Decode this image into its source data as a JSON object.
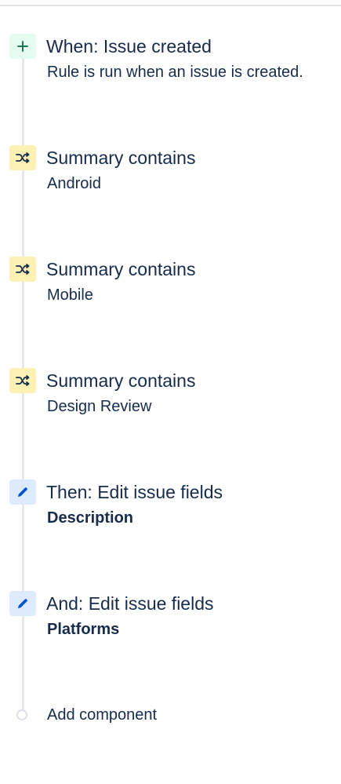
{
  "rule_steps": [
    {
      "kind": "trigger",
      "icon": "plus-icon",
      "title": "When: Issue created",
      "subtitle": "Rule is run when an issue is created.",
      "subtitle_bold": false
    },
    {
      "kind": "condition",
      "icon": "shuffle-icon",
      "title": "Summary contains",
      "subtitle": "Android",
      "subtitle_bold": false
    },
    {
      "kind": "condition",
      "icon": "shuffle-icon",
      "title": "Summary contains",
      "subtitle": "Mobile",
      "subtitle_bold": false
    },
    {
      "kind": "condition",
      "icon": "shuffle-icon",
      "title": "Summary contains",
      "subtitle": "Design Review",
      "subtitle_bold": false
    },
    {
      "kind": "action",
      "icon": "pencil-icon",
      "title": "Then: Edit issue fields",
      "subtitle": "Description",
      "subtitle_bold": true
    },
    {
      "kind": "action",
      "icon": "pencil-icon",
      "title": "And: Edit issue fields",
      "subtitle": "Platforms",
      "subtitle_bold": true
    }
  ],
  "add_component": {
    "label": "Add component"
  },
  "colors": {
    "text": "#172B4D",
    "trigger_bg": "#E3FCEF",
    "trigger_fg": "#006644",
    "condition_bg": "#FFF0B3",
    "condition_fg": "#172B4D",
    "action_bg": "#DEEBFF",
    "action_fg": "#0052CC",
    "timeline": "#E6E8EC"
  }
}
